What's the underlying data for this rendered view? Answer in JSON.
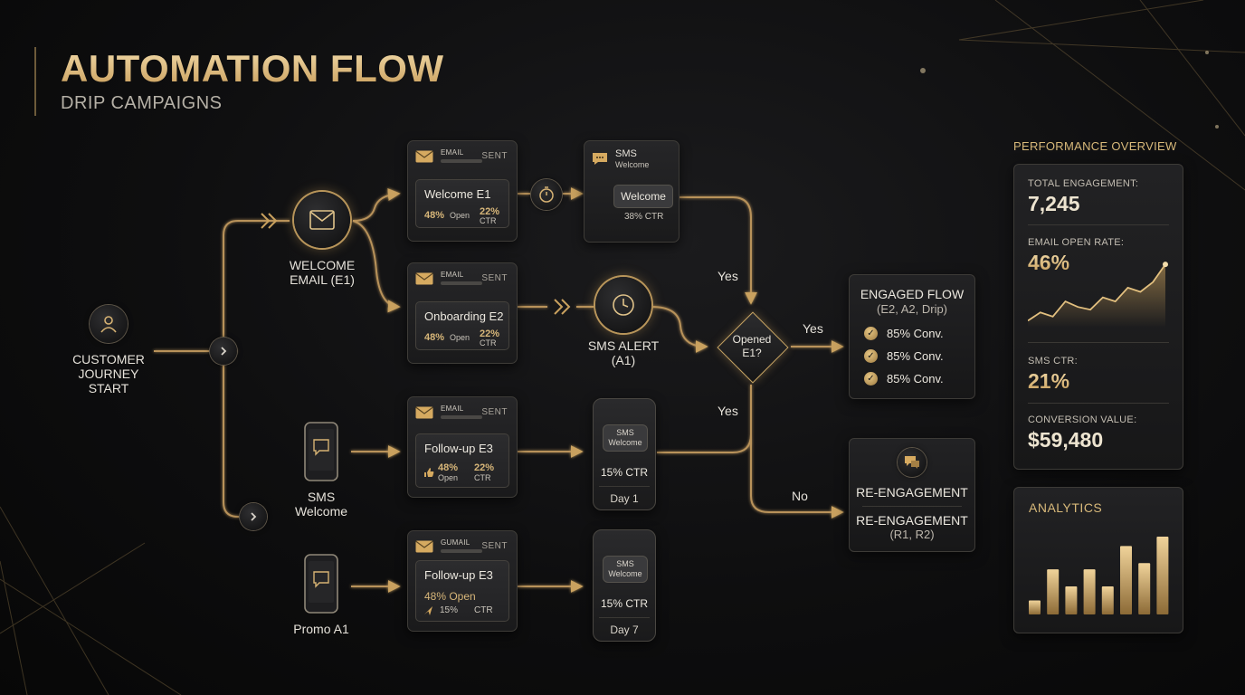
{
  "header": {
    "title": "AUTOMATION FLOW",
    "subtitle": "DRIP CAMPAIGNS"
  },
  "start_node": {
    "label": "CUSTOMER\nJOURNEY\nSTART",
    "icon": "user-icon"
  },
  "welcome_email_node": {
    "label": "WELCOME\nEMAIL (E1)",
    "icon": "envelope-icon"
  },
  "sms_welcome_node": {
    "label": "SMS\nWelcome",
    "icon": "phone-icon"
  },
  "promo_node": {
    "label": "Promo A1",
    "icon": "phone-icon"
  },
  "sms_alert_node": {
    "label": "SMS ALERT\n(A1)",
    "icon": "clock-icon"
  },
  "email_cards": [
    {
      "tag": "EMAIL",
      "status": "SENT",
      "name": "Welcome E1",
      "open_value": "48%",
      "open_label": "Open",
      "ctr_value": "22%",
      "ctr_label": "CTR"
    },
    {
      "tag": "EMAIL",
      "status": "SENT",
      "name": "Onboarding E2",
      "open_value": "48%",
      "open_label": "Open",
      "ctr_value": "22%",
      "ctr_label": "CTR"
    },
    {
      "tag": "EMAIL",
      "status": "SENT",
      "name": "Follow-up E3",
      "open_value": "48%",
      "open_label": "Open",
      "ctr_value": "22%",
      "ctr_label": "CTR"
    },
    {
      "tag": "GUMAIL",
      "status": "SENT",
      "name": "Follow-up E3",
      "open_value": "48% Open",
      "ctr_value": "15%",
      "ctr_label": "CTR"
    }
  ],
  "sms_card": {
    "title": "SMS",
    "subtitle": "Welcome",
    "inner_label": "Welcome",
    "stat": "38% CTR"
  },
  "phone_cards": [
    {
      "bubble_line1": "SMS",
      "bubble_line2": "Welcome",
      "stat": "15% CTR",
      "day": "Day 1"
    },
    {
      "bubble_line1": "SMS",
      "bubble_line2": "Welcome",
      "stat": "15% CTR",
      "day": "Day 7"
    }
  ],
  "decision": {
    "label": "Opened\nE1?"
  },
  "edge_labels": {
    "yes_top": "Yes",
    "yes_right": "Yes",
    "yes_bottom": "Yes",
    "no": "No"
  },
  "engaged_flow": {
    "title": "ENGAGED FLOW",
    "subtitle": "(E2, A2, Drip)",
    "items": [
      "85% Conv.",
      "85% Conv.",
      "85% Conv."
    ]
  },
  "reengagement": {
    "title": "RE-ENGAGEMENT",
    "subtitle": "RE-ENGAGEMENT",
    "detail": "(R1, R2)",
    "icon": "chat-icon"
  },
  "performance": {
    "title": "PERFORMANCE OVERVIEW",
    "metrics": [
      {
        "label": "TOTAL ENGAGEMENT:",
        "value": "7,245"
      },
      {
        "label": "EMAIL OPEN RATE:",
        "value": "46%"
      },
      {
        "label": "SMS CTR:",
        "value": "21%"
      },
      {
        "label": "CONVERSION VALUE:",
        "value": "$59,480"
      }
    ]
  },
  "analytics": {
    "title": "ANALYTICS"
  },
  "chart_data": [
    {
      "type": "area",
      "values": [
        10,
        22,
        16,
        38,
        30,
        26,
        44,
        38,
        58,
        52,
        66,
        92
      ]
    },
    {
      "type": "bar",
      "values": [
        18,
        58,
        36,
        58,
        36,
        88,
        66,
        100
      ]
    }
  ],
  "colors": {
    "gold": "#d6aa60",
    "gold_light": "#f2dcab",
    "background": "#0e0e0f",
    "card": "#222224"
  }
}
